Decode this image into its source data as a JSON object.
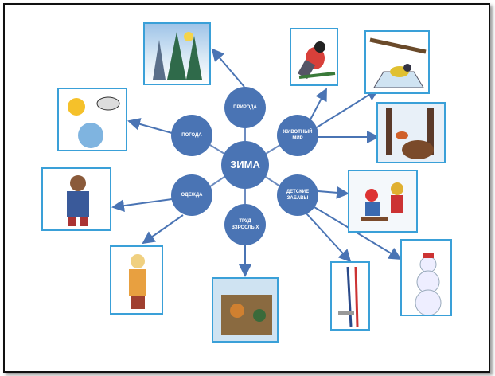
{
  "center": {
    "label": "ЗИМА"
  },
  "nodes": {
    "nature": "ПРИРОДА",
    "weather": "ПОГОДА",
    "animals": "ЖИВОТНЫЙ МИР",
    "clothes": "ОДЕЖДА",
    "games": "ДЕТСКИЕ ЗАБАВЫ",
    "work": "ТРУД ВЗРОСЛЫХ"
  },
  "colors": {
    "node": "#4a74b4",
    "line": "#4a74b4",
    "picture_border": "#3aa0d8"
  }
}
